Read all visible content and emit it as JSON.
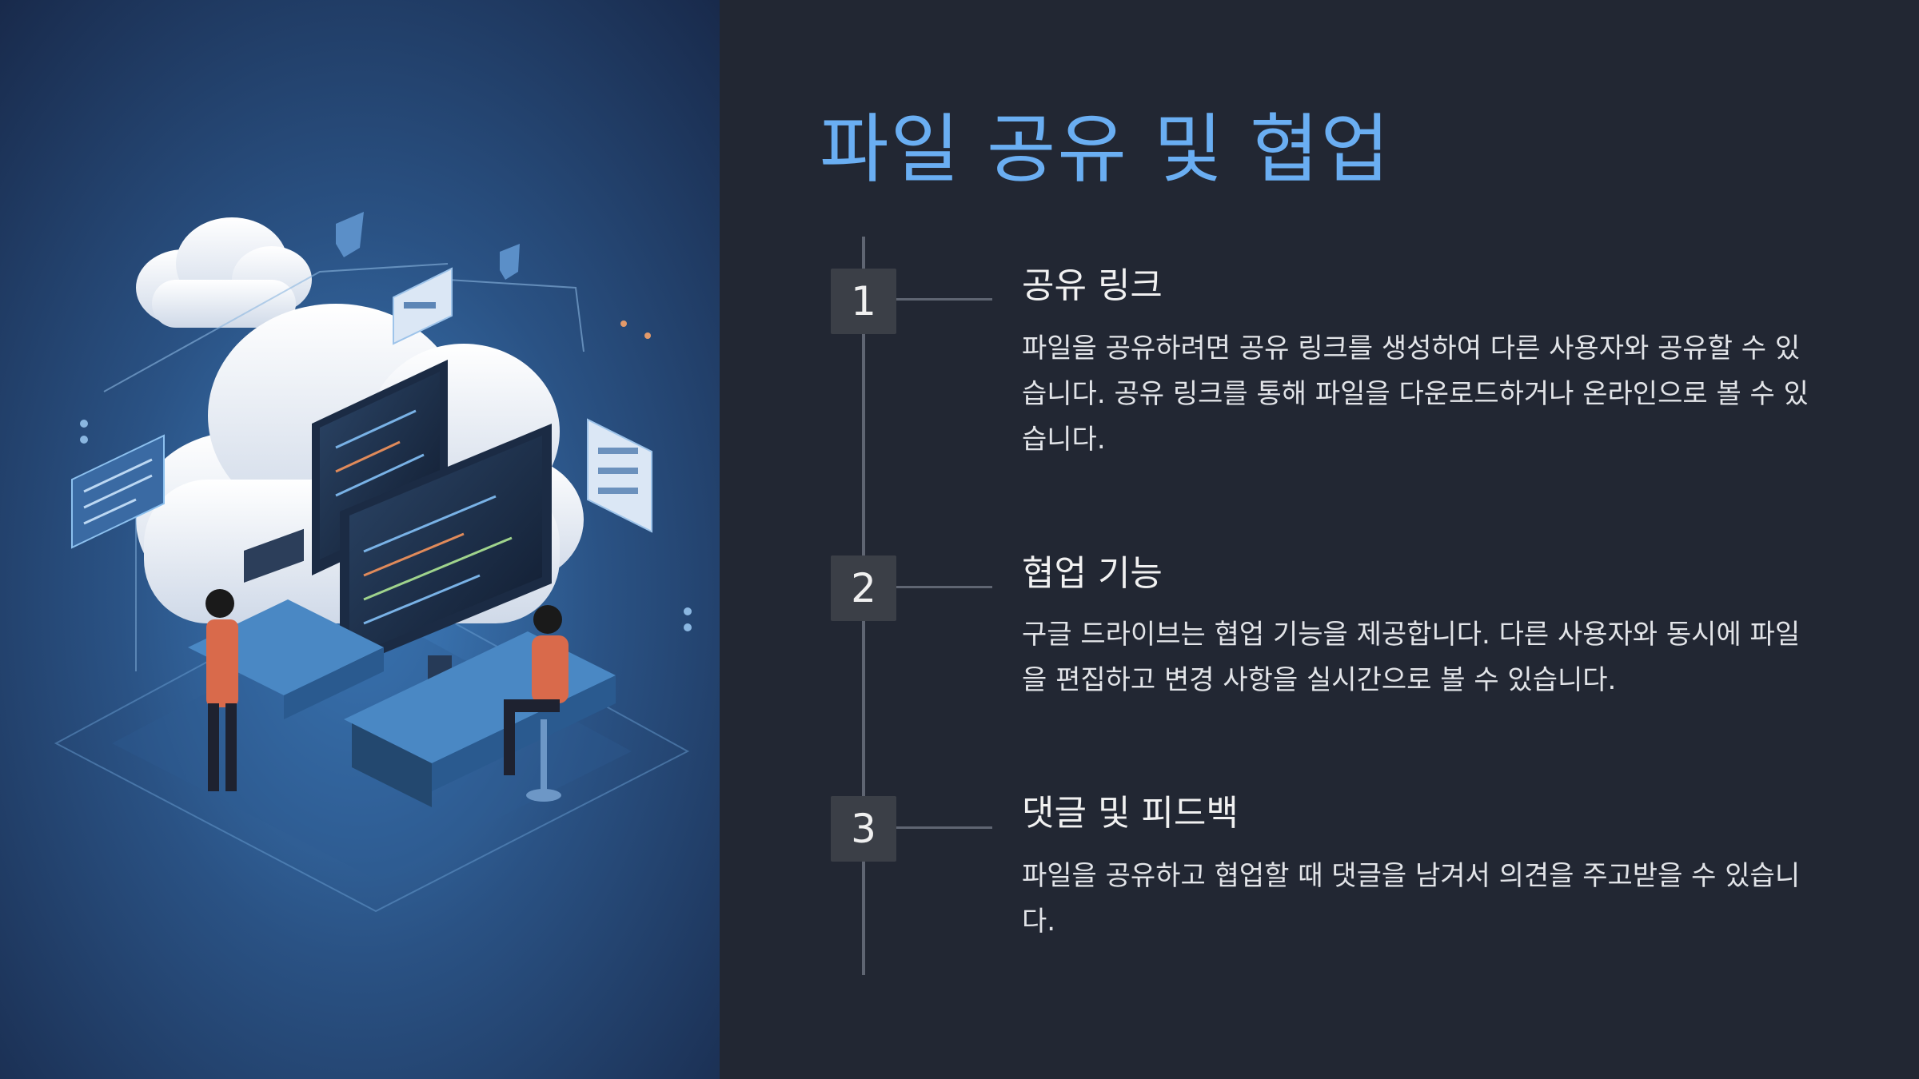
{
  "slide": {
    "title": "파일 공유 및 협업",
    "steps": [
      {
        "number": "1",
        "title": "공유 링크",
        "description": "파일을 공유하려면 공유 링크를 생성하여 다른 사용자와 공유할 수 있습니다. 공유 링크를 통해 파일을 다운로드하거나 온라인으로 볼 수 있습니다."
      },
      {
        "number": "2",
        "title": "협업 기능",
        "description": "구글 드라이브는 협업 기능을 제공합니다. 다른 사용자와 동시에 파일을 편집하고 변경 사항을 실시간으로 볼 수 있습니다."
      },
      {
        "number": "3",
        "title": "댓글 및 피드백",
        "description": "파일을 공유하고 협업할 때 댓글을 남겨서 의견을 주고받을 수 있습니다."
      }
    ]
  },
  "illustration": {
    "icon": "cloud-collaboration-illustration"
  },
  "colors": {
    "background": "#222733",
    "title": "#6aaef2",
    "badge": "#3b3f47",
    "timeline": "#5f6572",
    "illustration_bg": "#1f3a63"
  }
}
